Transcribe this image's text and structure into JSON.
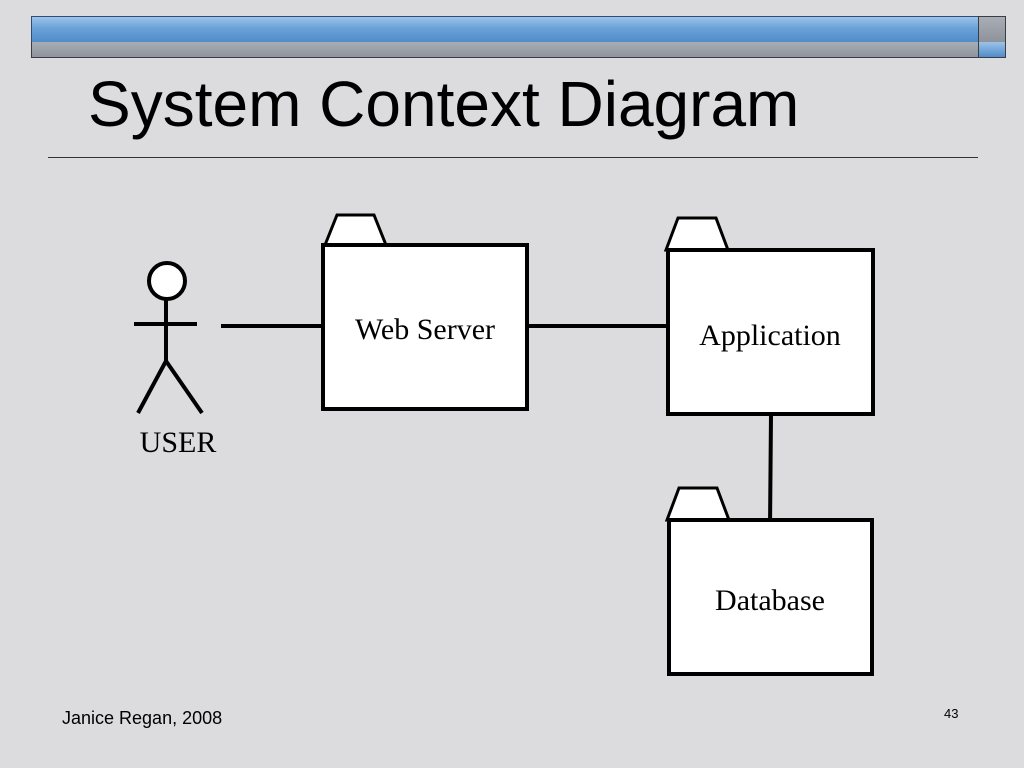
{
  "slide": {
    "title": "System Context Diagram",
    "footer_author": "Janice Regan, 2008",
    "page_number": "43"
  },
  "diagram": {
    "actor": {
      "label": "USER",
      "icon": "stick-figure-icon"
    },
    "components": {
      "web_server": {
        "label": "Web Server",
        "icon": "package-tab"
      },
      "application": {
        "label": "Application",
        "icon": "package-tab"
      },
      "database": {
        "label": "Database",
        "icon": "package-tab"
      }
    },
    "connections": [
      [
        "USER",
        "Web Server"
      ],
      [
        "Web Server",
        "Application"
      ],
      [
        "Application",
        "Database"
      ]
    ]
  }
}
